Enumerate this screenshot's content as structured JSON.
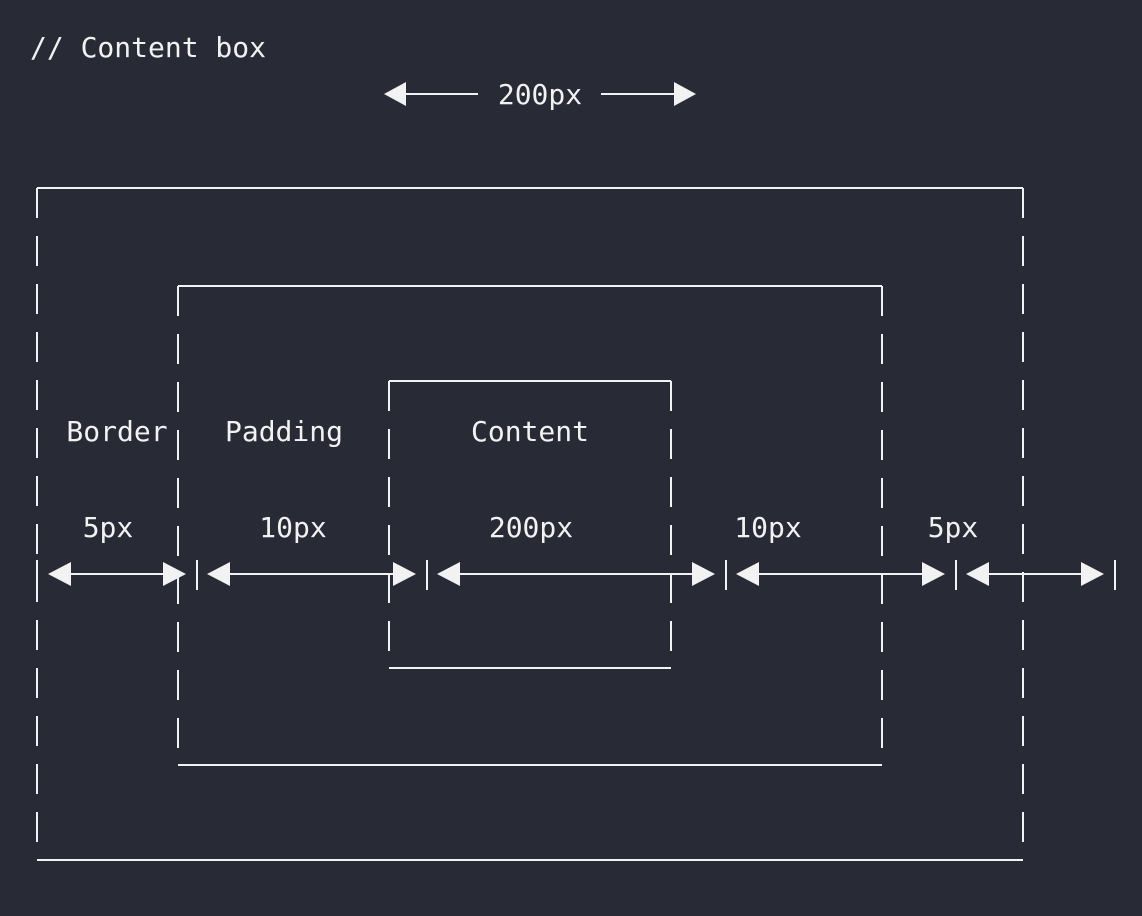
{
  "comment": "// Content box",
  "top_measure": "200px",
  "labels": {
    "border": "Border",
    "padding": "Padding",
    "content": "Content"
  },
  "measures": [
    "5px",
    "10px",
    "200px",
    "10px",
    "5px"
  ],
  "colors": {
    "background": "#282a36",
    "foreground": "#f2f2f2"
  }
}
